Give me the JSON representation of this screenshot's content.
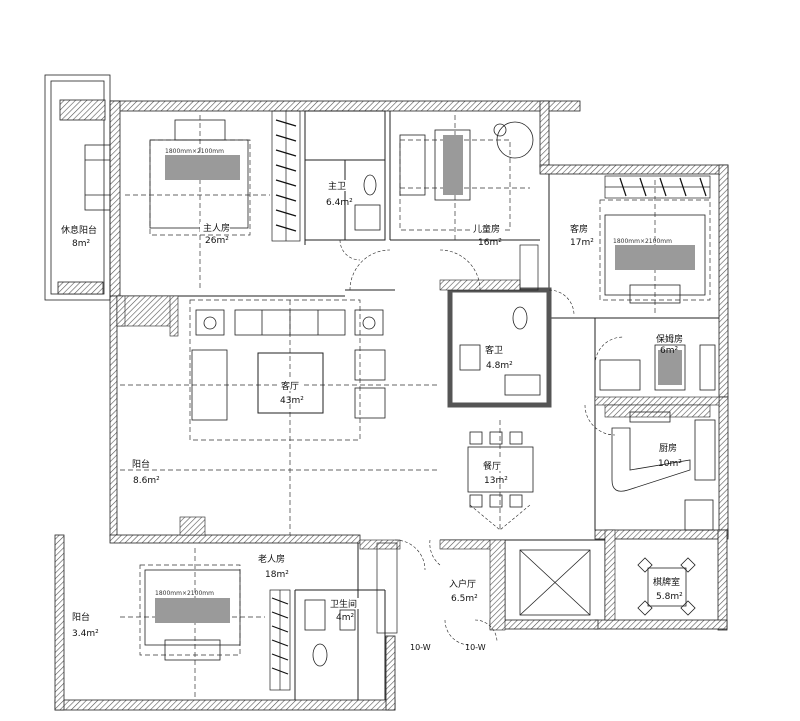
{
  "rooms": {
    "master_bedroom": {
      "name": "主人房",
      "area": "26m²"
    },
    "master_bath": {
      "name": "主卫",
      "area": "6.4m²"
    },
    "kids_room": {
      "name": "儿童房",
      "area": "16m²"
    },
    "guest_room": {
      "name": "客房",
      "area": "17m²"
    },
    "lounge_balcony": {
      "name": "休息阳台",
      "area": "8m²"
    },
    "living_room": {
      "name": "客厅",
      "area": "43m²"
    },
    "guest_bath": {
      "name": "客卫",
      "area": "4.8m²"
    },
    "nanny_room": {
      "name": "保姆房",
      "area": "6m²"
    },
    "kitchen": {
      "name": "厨房",
      "area": "10m²"
    },
    "dining_room": {
      "name": "餐厅",
      "area": "13m²"
    },
    "balcony_mid": {
      "name": "阳台",
      "area": "8.6m²"
    },
    "elder_room": {
      "name": "老人房",
      "area": "18m²"
    },
    "balcony_low": {
      "name": "阳台",
      "area": "3.4m²"
    },
    "bathroom": {
      "name": "卫生间",
      "area": "4m²"
    },
    "entrance": {
      "name": "入户厅",
      "area": "6.5m²"
    },
    "chess_room": {
      "name": "棋牌室",
      "area": "5.8m²"
    }
  },
  "bed_sizes": {
    "master": "1800mm×2100mm",
    "guest": "1800mm×2100mm",
    "elder": "1800mm×2100mm"
  },
  "door_tags": {
    "left": "10-W",
    "right": "10-W"
  },
  "colors": {
    "wall": "#444444",
    "line": "#222222",
    "bed_fill": "#9a9a9a",
    "hatch": "#555555"
  }
}
